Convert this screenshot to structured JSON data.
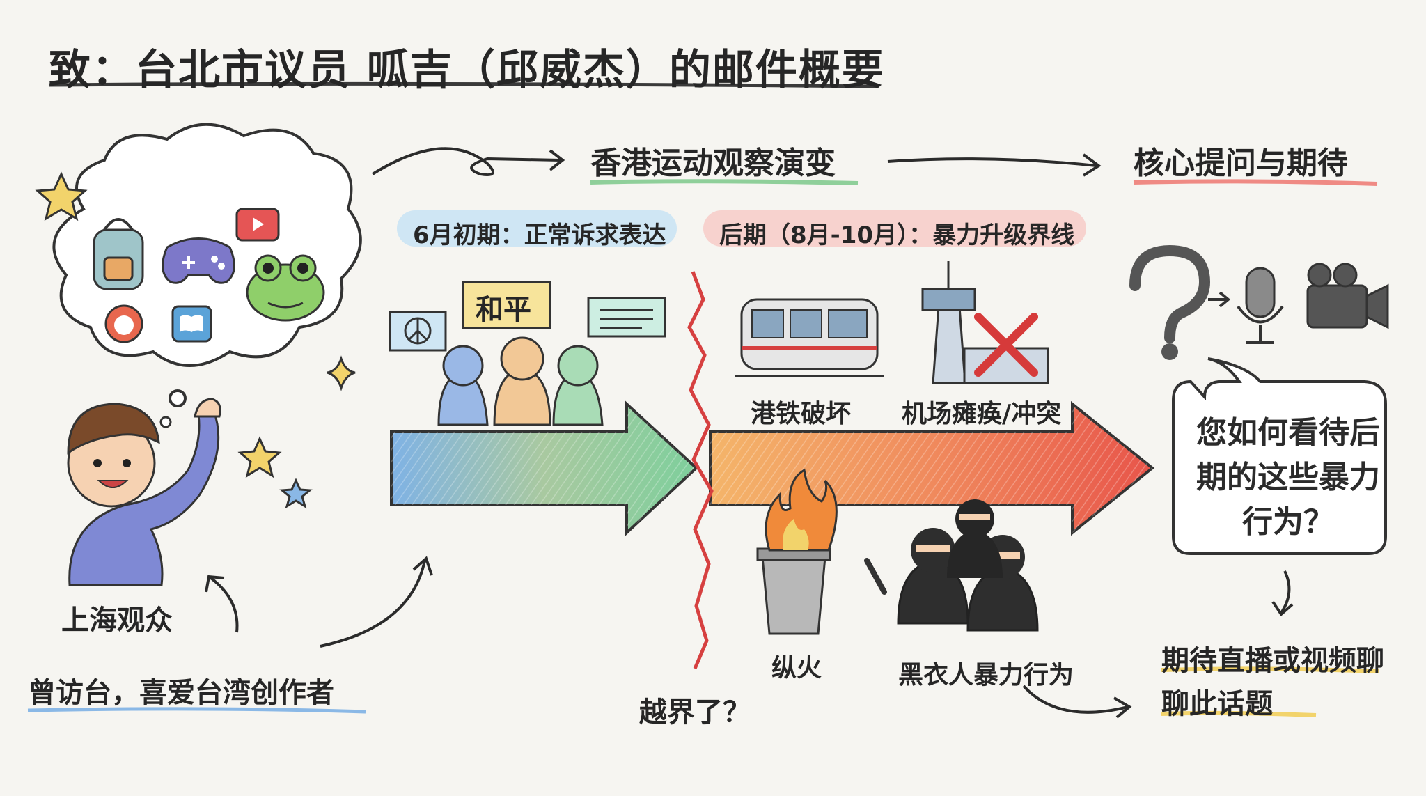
{
  "title": "致：台北市议员 呱吉（邱威杰）的邮件概要",
  "headers": {
    "observation": "香港运动观察演变",
    "core": "核心提问与期待"
  },
  "phases": {
    "early": "6月初期：正常诉求表达",
    "late": "后期（8月-10月）：暴力升级界线"
  },
  "labels": {
    "peace_sign": "和平",
    "mtr": "港铁破坏",
    "airport": "机场瘫痪/冲突",
    "arson": "纵火",
    "blackclad": "黑衣人暴力行为",
    "crossing": "越界了？",
    "viewer": "上海观众",
    "viewer_note": "曾访台，喜爱台湾创作者",
    "question": "您如何看待后期的这些暴力行为？",
    "expect": "期待直播或视频聊聊此话题"
  },
  "colors": {
    "accent_green": "#8fcf9a",
    "accent_red": "#ef8a84",
    "accent_blue": "#8ab8e6",
    "accent_yellow": "#f2d36b"
  },
  "icons": [
    "star-icon",
    "backpack-icon",
    "gamepad-icon",
    "youtube-icon",
    "frog-icon",
    "cat-icon",
    "book-icon",
    "peace-icon",
    "train-icon",
    "tower-icon",
    "x-icon",
    "fire-trashcan-icon",
    "ninja-icon",
    "question-icon",
    "microphone-icon",
    "camera-icon"
  ]
}
